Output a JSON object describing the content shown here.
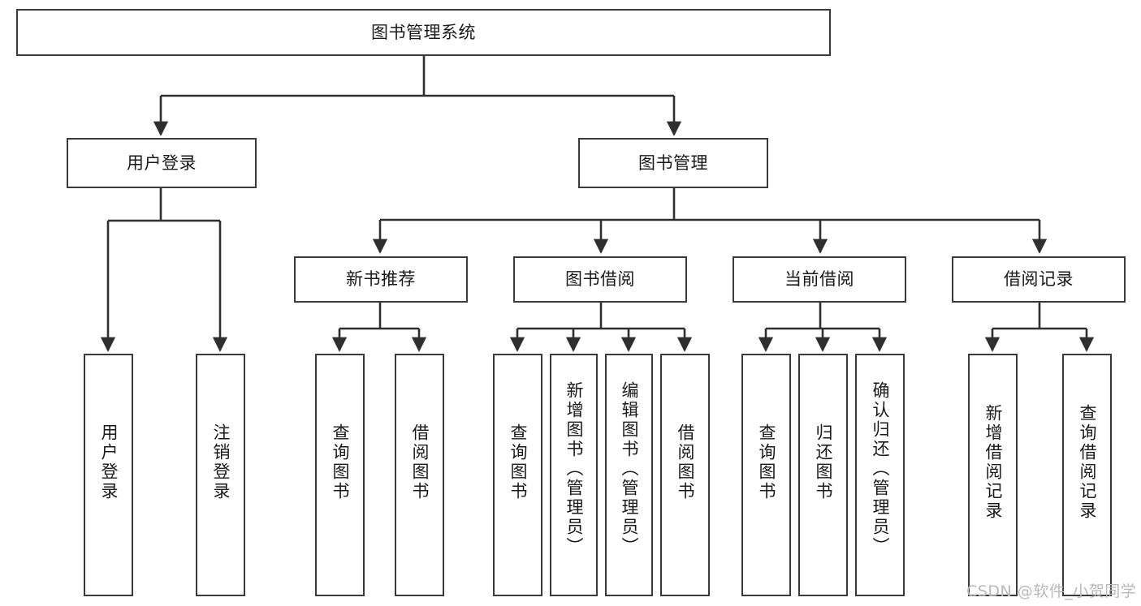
{
  "diagram": {
    "type": "tree-hierarchy",
    "title": "图书管理系统",
    "orientation": "top-down",
    "edge_style": "orthogonal-with-arrowheads",
    "colors": {
      "box_border": "#3a3a3a",
      "box_fill": "#ffffff",
      "edge": "#2f2f2f",
      "text": "#1a1a1a",
      "watermark": "#b9b9b9",
      "background": "#ffffff"
    },
    "levels": [
      {
        "level": 1,
        "nodes": [
          {
            "id": "root",
            "label": "图书管理系统",
            "orientation": "horizontal"
          }
        ]
      },
      {
        "level": 2,
        "nodes": [
          {
            "id": "login",
            "label": "用户登录",
            "orientation": "horizontal",
            "parent": "root"
          },
          {
            "id": "bookmgmt",
            "label": "图书管理",
            "orientation": "horizontal",
            "parent": "root"
          }
        ]
      },
      {
        "level": 3,
        "nodes": [
          {
            "id": "newbook",
            "label": "新书推荐",
            "orientation": "horizontal",
            "parent": "bookmgmt"
          },
          {
            "id": "borrow",
            "label": "图书借阅",
            "orientation": "horizontal",
            "parent": "bookmgmt"
          },
          {
            "id": "current",
            "label": "当前借阅",
            "orientation": "horizontal",
            "parent": "bookmgmt"
          },
          {
            "id": "record",
            "label": "借阅记录",
            "orientation": "horizontal",
            "parent": "bookmgmt"
          }
        ]
      },
      {
        "level": 4,
        "nodes": [
          {
            "id": "leaf1",
            "label": "用户登录",
            "orientation": "vertical",
            "parent": "login"
          },
          {
            "id": "leaf2",
            "label": "注销登录",
            "orientation": "vertical",
            "parent": "login"
          },
          {
            "id": "leaf3",
            "label": "查询图书",
            "orientation": "vertical",
            "parent": "newbook"
          },
          {
            "id": "leaf4",
            "label": "借阅图书",
            "orientation": "vertical",
            "parent": "newbook"
          },
          {
            "id": "leaf5",
            "label": "查询图书",
            "orientation": "vertical",
            "parent": "borrow"
          },
          {
            "id": "leaf6",
            "label": "新增图书（管理员）",
            "orientation": "vertical",
            "parent": "borrow"
          },
          {
            "id": "leaf7",
            "label": "编辑图书（管理员）",
            "orientation": "vertical",
            "parent": "borrow"
          },
          {
            "id": "leaf8",
            "label": "借阅图书",
            "orientation": "vertical",
            "parent": "borrow"
          },
          {
            "id": "leaf9",
            "label": "查询图书",
            "orientation": "vertical",
            "parent": "current"
          },
          {
            "id": "leaf10",
            "label": "归还图书",
            "orientation": "vertical",
            "parent": "current"
          },
          {
            "id": "leaf11",
            "label": "确认归还（管理员）",
            "orientation": "vertical",
            "parent": "current"
          },
          {
            "id": "leaf12",
            "label": "新增借阅记录",
            "orientation": "vertical",
            "parent": "record"
          },
          {
            "id": "leaf13",
            "label": "查询借阅记录",
            "orientation": "vertical",
            "parent": "record"
          }
        ]
      }
    ]
  },
  "watermark": {
    "text": "CSDN @软件_小贺同学"
  }
}
